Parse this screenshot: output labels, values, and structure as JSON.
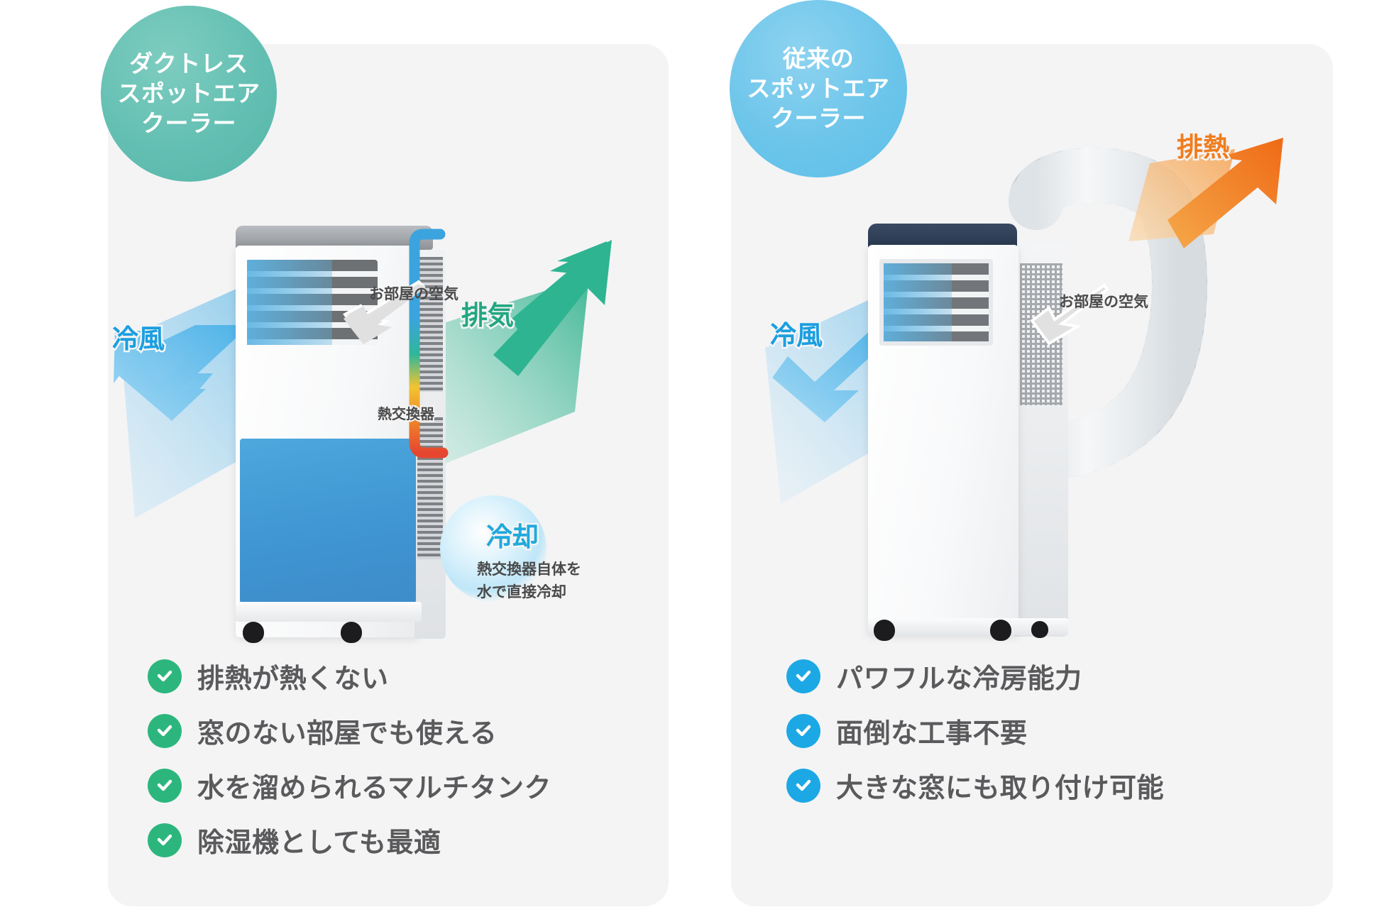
{
  "page": {
    "background": "#ffffff",
    "panel_bg": "#f4f4f5"
  },
  "left": {
    "badge": {
      "color": "#63bfb2",
      "lines": [
        "ダクトレス",
        "スポットエア",
        "クーラー"
      ]
    },
    "annotations": {
      "cool_air": "冷風",
      "room_air": "お部屋の空気",
      "exhaust": "排気",
      "heat_exchanger": "熱交換器",
      "cooling_title": "冷却",
      "cooling_sub_line1": "熱交換器自体を",
      "cooling_sub_line2": "水で直接冷却"
    },
    "features": [
      {
        "label": "排熱が熱くない"
      },
      {
        "label": "窓のない部屋でも使える"
      },
      {
        "label": "水を溜められるマルチタンク"
      },
      {
        "label": "除湿機としても最適"
      }
    ],
    "check_color": "#2cb67d"
  },
  "right": {
    "badge": {
      "color": "#6cc5ea",
      "lines": [
        "従来の",
        "スポットエア",
        "クーラー"
      ]
    },
    "annotations": {
      "exhaust_heat": "排熱",
      "cool_air": "冷風",
      "room_air": "お部屋の空気"
    },
    "features": [
      {
        "label": "パワフルな冷房能力"
      },
      {
        "label": "面倒な工事不要"
      },
      {
        "label": "大きな窓にも取り付け可能"
      }
    ],
    "check_color": "#1ca8e5"
  },
  "colors": {
    "cool_blue": "#1b9fe0",
    "exhaust_green": "#22a77f",
    "exhaust_orange": "#f07d1e",
    "cooling_cyan": "#1fa9dc",
    "text_dark": "#4a4a4a",
    "label_grey": "#5a5a5c"
  }
}
